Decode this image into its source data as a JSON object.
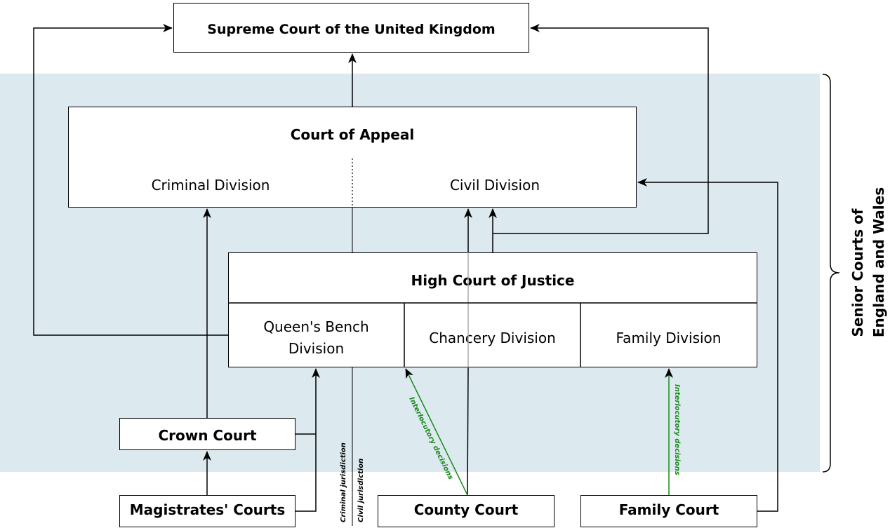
{
  "supreme_court": {
    "label": "Supreme Court of the United Kingdom"
  },
  "court_of_appeal": {
    "label": "Court of Appeal",
    "criminal_division": "Criminal Division",
    "civil_division": "Civil Division"
  },
  "high_court": {
    "label": "High Court of Justice",
    "queens_bench_line1": "Queen's Bench",
    "queens_bench_line2": "Division",
    "chancery": "Chancery Division",
    "family": "Family Division"
  },
  "crown_court": {
    "label": "Crown Court"
  },
  "magistrates_courts": {
    "label": "Magistrates' Courts"
  },
  "county_court": {
    "label": "County Court"
  },
  "family_court": {
    "label": "Family Court"
  },
  "senior_courts": {
    "line1": "Senior Courts of",
    "line2": "England and Wales"
  },
  "annotations": {
    "criminal_jurisdiction": "Criminal jurisdiction",
    "civil_jurisdiction": "Civil jurisdiction",
    "interlocutory_left": "Interlocutory decisions",
    "interlocutory_right": "Interlocutory decisions"
  },
  "colors": {
    "shade": "#dce9ef",
    "interlocutory": "#1a8a1a",
    "line": "#000000",
    "grey_line": "#aaaaaa"
  }
}
